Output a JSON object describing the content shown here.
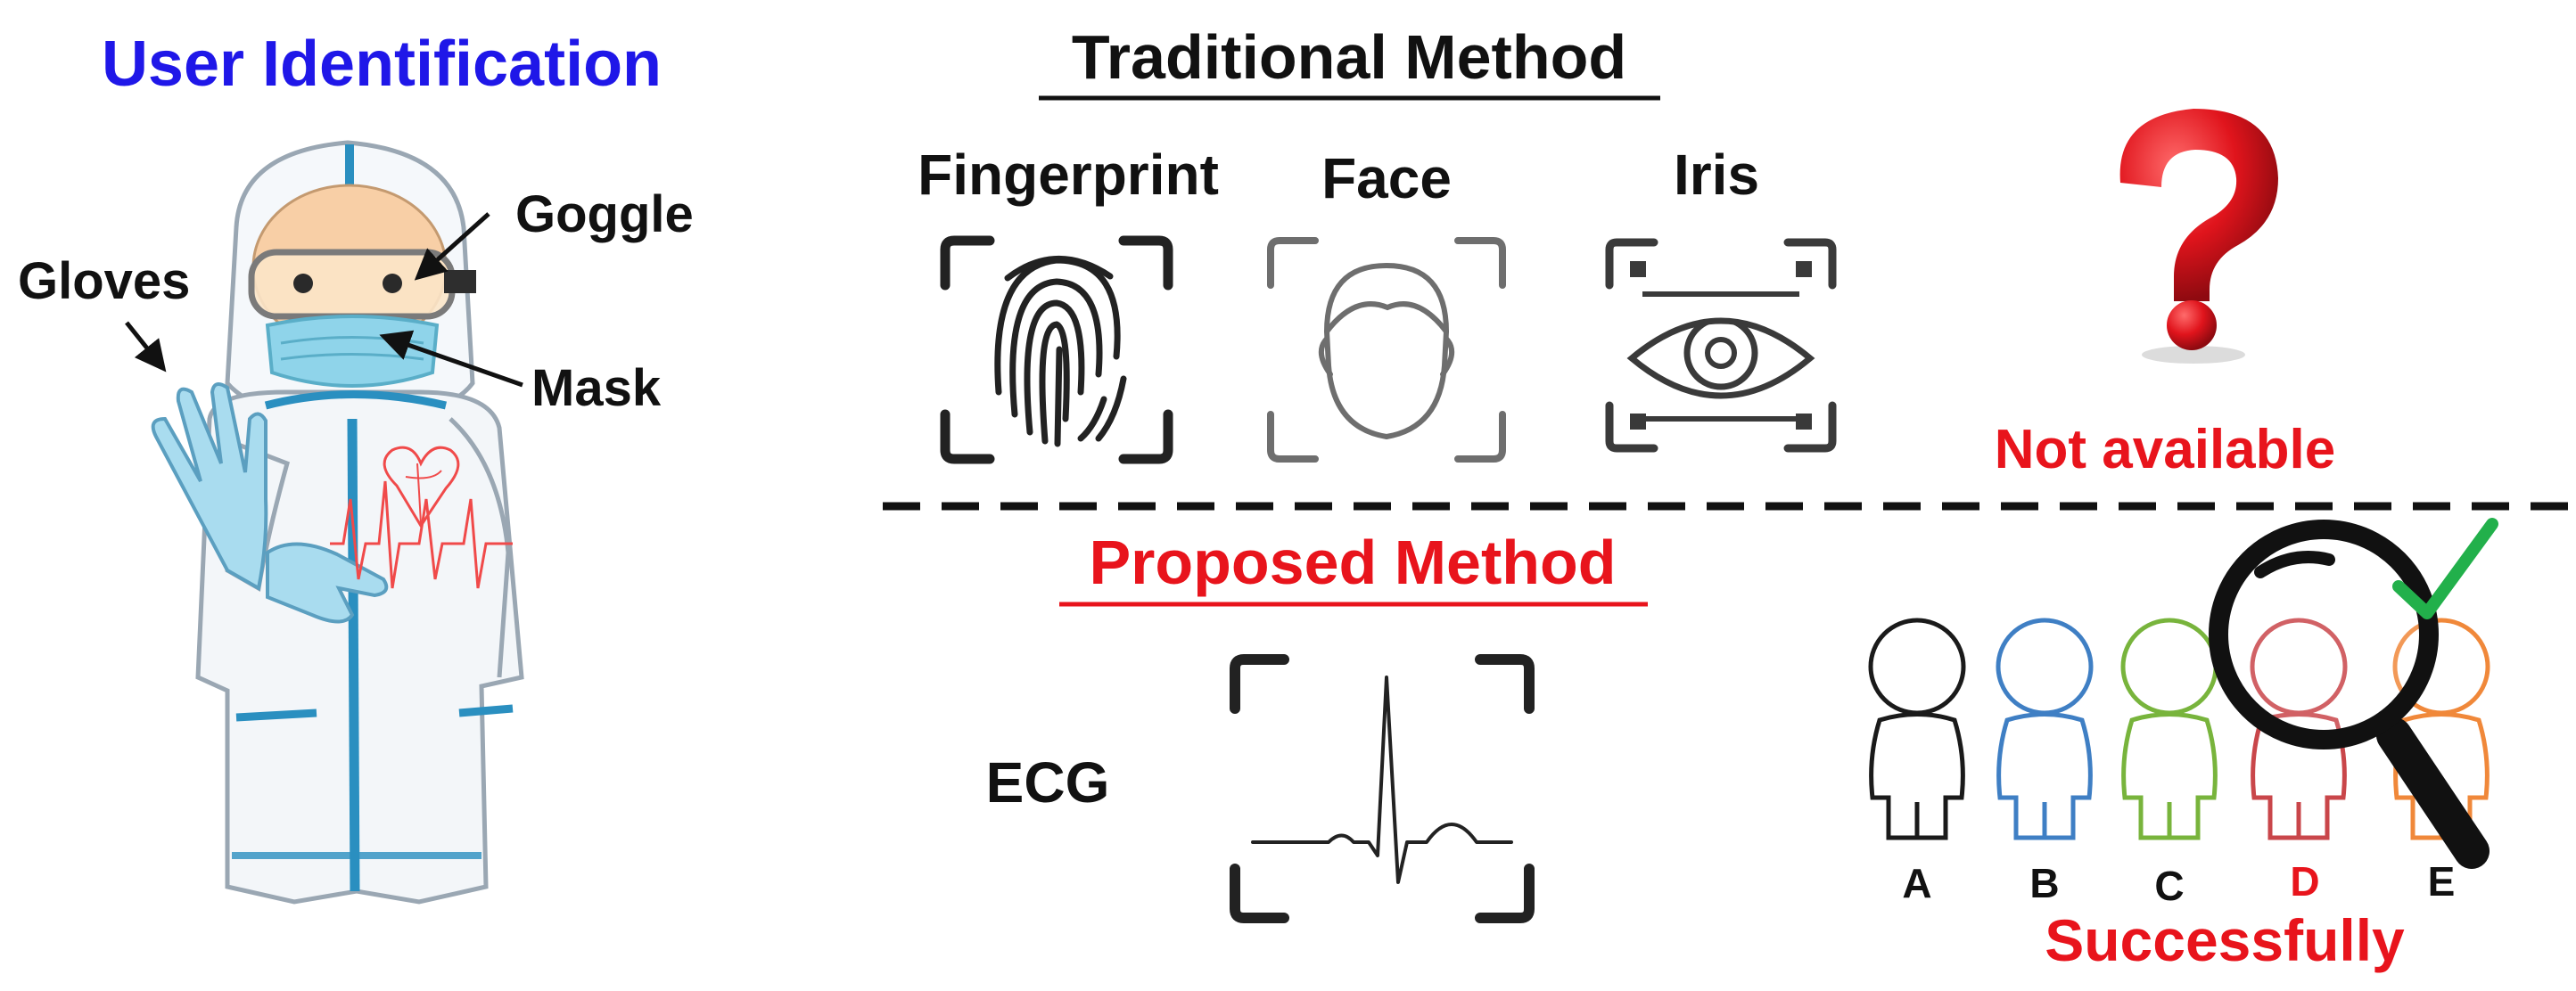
{
  "title": "User Identification",
  "ppe_labels": {
    "goggle": "Goggle",
    "gloves": "Gloves",
    "mask": "Mask"
  },
  "traditional": {
    "heading": "Traditional Method",
    "methods": [
      {
        "label": "Fingerprint",
        "icon": "fingerprint-icon"
      },
      {
        "label": "Face",
        "icon": "face-icon"
      },
      {
        "label": "Iris",
        "icon": "iris-icon"
      }
    ],
    "status": "Not available"
  },
  "proposed": {
    "heading": "Proposed Method",
    "method_label": "ECG",
    "icon": "ecg-icon",
    "users": [
      "A",
      "B",
      "C",
      "D",
      "E"
    ],
    "identified_user": "D",
    "status": "Successfully"
  },
  "colors": {
    "title_blue": "#1f17e8",
    "red": "#e8141c",
    "suit_blue": "#2a8fc0",
    "glove_blue": "#a9dcef",
    "check_green": "#22b04b",
    "user_A": "#1a1a1a",
    "user_B": "#3f7fc4",
    "user_C": "#78b43c",
    "user_D": "#c9464a",
    "user_E": "#f0883a"
  }
}
